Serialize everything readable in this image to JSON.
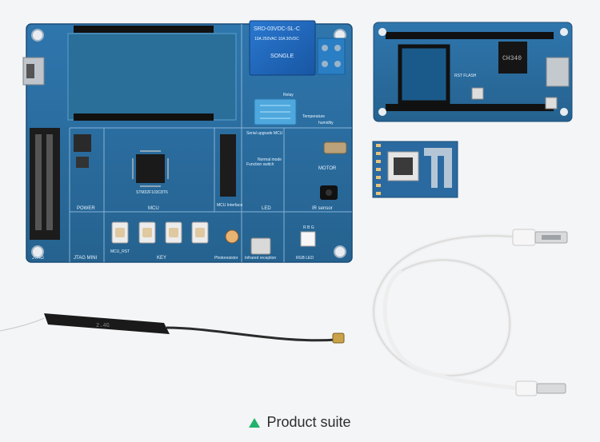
{
  "caption": {
    "text": "Product suite"
  },
  "main_board": {
    "labels": {
      "power": "POWER",
      "mcu": "MCU",
      "mcu_interface": "MCU Interface",
      "led": "LED",
      "motor": "MOTOR",
      "ir_sensor": "IR sensor",
      "key": "KEY",
      "jtag": "JTAG",
      "jtag_mini": "JTAG MINI",
      "photoresistor": "Photoresistor",
      "infrared_reception": "Infrared reception",
      "rgb_led": "RGB LED",
      "function_switch": "Function switch",
      "serial_upgrade": "Serial upgrade MCU",
      "normal_mode": "Normal mode",
      "temperature": "Temperature",
      "humidity": "humidity",
      "mcu_chip": "STM32F103C8T6",
      "mcu_rst": "MCU_RST",
      "relay": "Relay",
      "rgb_letters": "R  B  G",
      "relay_model": "SRD-03VDC-SL-C",
      "relay_brand": "SONGLE",
      "relay_spec": "10A 250VAC  10A 30VDC"
    }
  },
  "wifi_board": {
    "chip": "CH340",
    "labels": "RST  FLASH"
  },
  "antenna": {
    "marking": "2.4G"
  },
  "colors": {
    "pcb_blue": "#2a6aa0",
    "pcb_dark": "#1f5584",
    "relay_blue": "#1e63b8",
    "accent_green": "#22b36b",
    "cable_white": "#f2f2f2",
    "caption_text": "#2d2d2d"
  }
}
